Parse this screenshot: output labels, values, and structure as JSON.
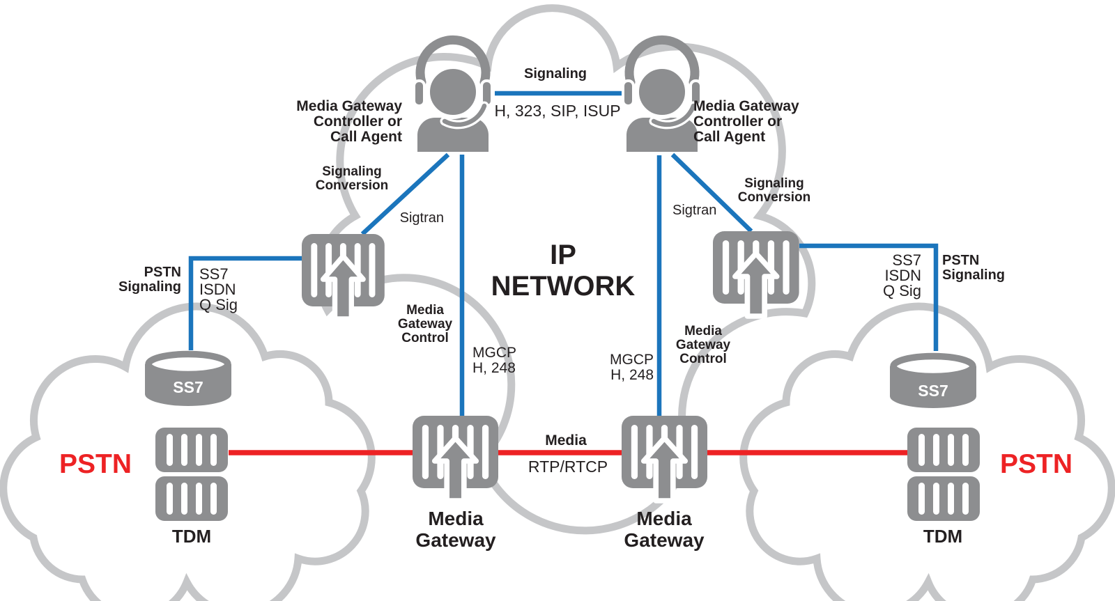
{
  "colors": {
    "cloud_outline": "#c5c6c8",
    "icon_gray": "#8d8e90",
    "line_blue": "#1b75bc",
    "line_red": "#ed2224",
    "text_dark": "#231f20",
    "pstn_red": "#ed2224"
  },
  "ip_network": {
    "line1": "IP",
    "line2": "NETWORK"
  },
  "controller_left": {
    "line1": "Media Gateway",
    "line2": "Controller or",
    "line3": "Call Agent"
  },
  "controller_right": {
    "line1": "Media Gateway",
    "line2": "Controller or",
    "line3": "Call Agent"
  },
  "signaling_link": {
    "label": "Signaling",
    "protocols": "H, 323, SIP, ISUP"
  },
  "sig_conv_left": {
    "line1": "Signaling",
    "line2": "Conversion"
  },
  "sig_conv_right": {
    "line1": "Signaling",
    "line2": "Conversion"
  },
  "sigtran_left": {
    "label": "Sigtran"
  },
  "sigtran_right": {
    "label": "Sigtran"
  },
  "mg_control_left": {
    "line1": "Media",
    "line2": "Gateway",
    "line3": "Control"
  },
  "mg_control_right": {
    "line1": "Media",
    "line2": "Gateway",
    "line3": "Control"
  },
  "mgcp_left": {
    "line1": "MGCP",
    "line2": "H, 248"
  },
  "mgcp_right": {
    "line1": "MGCP",
    "line2": "H, 248"
  },
  "media_link": {
    "label": "Media",
    "protocols": "RTP/RTCP"
  },
  "pstn_signaling_left": {
    "line1": "PSTN",
    "line2": "Signaling"
  },
  "pstn_signaling_right": {
    "line1": "PSTN",
    "line2": "Signaling"
  },
  "pstn_protocols_left": {
    "line1": "SS7",
    "line2": "ISDN",
    "line3": "Q Sig"
  },
  "pstn_protocols_right": {
    "line1": "SS7",
    "line2": "ISDN",
    "line3": "Q Sig"
  },
  "media_gateway_left": {
    "line1": "Media",
    "line2": "Gateway"
  },
  "media_gateway_right": {
    "line1": "Media",
    "line2": "Gateway"
  },
  "ss7_left": {
    "label": "SS7"
  },
  "ss7_right": {
    "label": "SS7"
  },
  "tdm_left": {
    "label": "TDM"
  },
  "tdm_right": {
    "label": "TDM"
  },
  "pstn_left": {
    "label": "PSTN"
  },
  "pstn_right": {
    "label": "PSTN"
  }
}
